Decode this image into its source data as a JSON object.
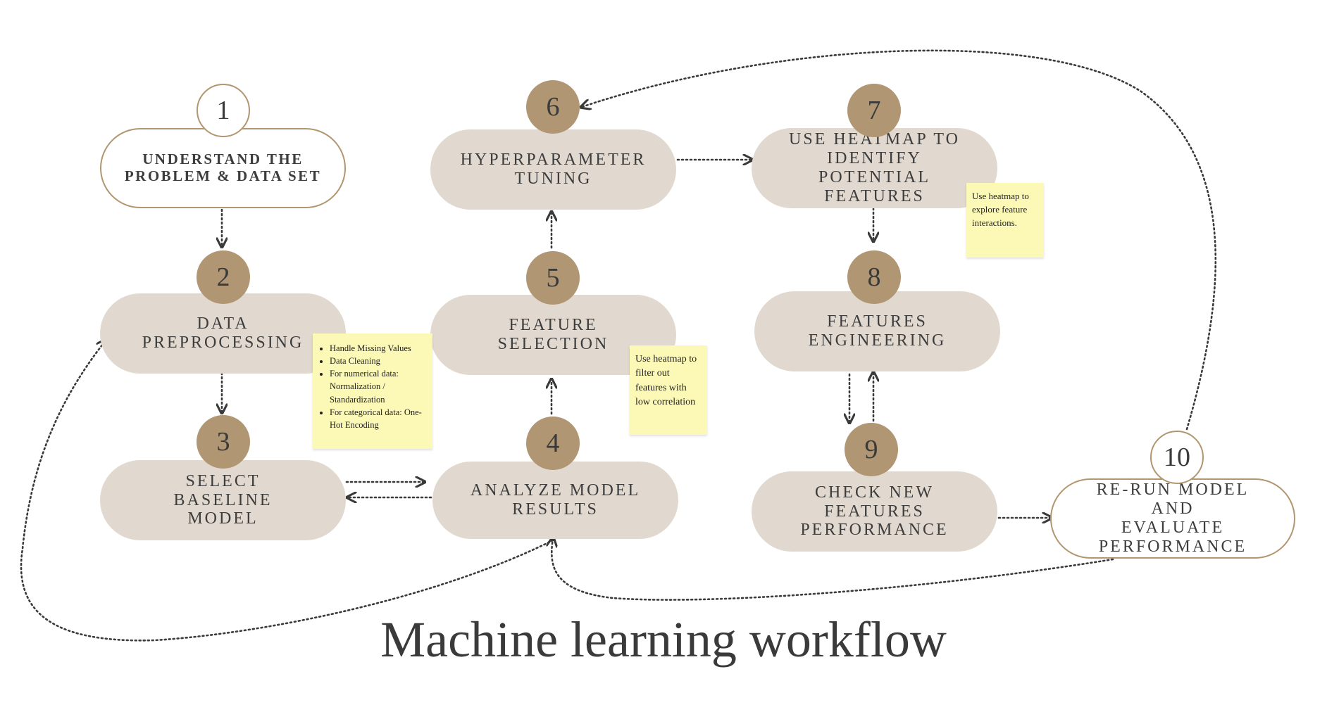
{
  "title": "Machine learning workflow",
  "steps": [
    {
      "number": "1",
      "label": "UNDERSTAND THE\nPROBLEM & DATA SET"
    },
    {
      "number": "2",
      "label": "DATA\nPREPROCESSING"
    },
    {
      "number": "3",
      "label": "SELECT\nBASELINE\nMODEL"
    },
    {
      "number": "4",
      "label": "ANALYZE MODEL\nRESULTS"
    },
    {
      "number": "5",
      "label": "FEATURE\nSELECTION"
    },
    {
      "number": "6",
      "label": "HYPERPARAMETER\nTUNING"
    },
    {
      "number": "7",
      "label": "USE HEATMAP TO\nIDENTIFY POTENTIAL\nFEATURES"
    },
    {
      "number": "8",
      "label": "FEATURES\nENGINEERING"
    },
    {
      "number": "9",
      "label": "CHECK NEW\nFEATURES\nPERFORMANCE"
    },
    {
      "number": "10",
      "label": "RE-RUN MODEL AND\nEVALUATE\nPERFORMANCE"
    }
  ],
  "notes": {
    "preprocessing": {
      "items": [
        "Handle Missing Values",
        "Data Cleaning",
        "For numerical data: Normalization / Standardization",
        "For categorical data: One-Hot Encoding"
      ]
    },
    "feature_selection": {
      "text": "Use heatmap to filter out features with low correlation"
    },
    "heatmap": {
      "text": "Use heatmap to explore feature interactions."
    }
  },
  "colors": {
    "pill_fill": "#e1d9cf",
    "badge_fill": "#b09673",
    "outline": "#b19670",
    "note_fill": "#fcf8b5",
    "text": "#3a3a3a",
    "connector": "#3a3a3a"
  }
}
